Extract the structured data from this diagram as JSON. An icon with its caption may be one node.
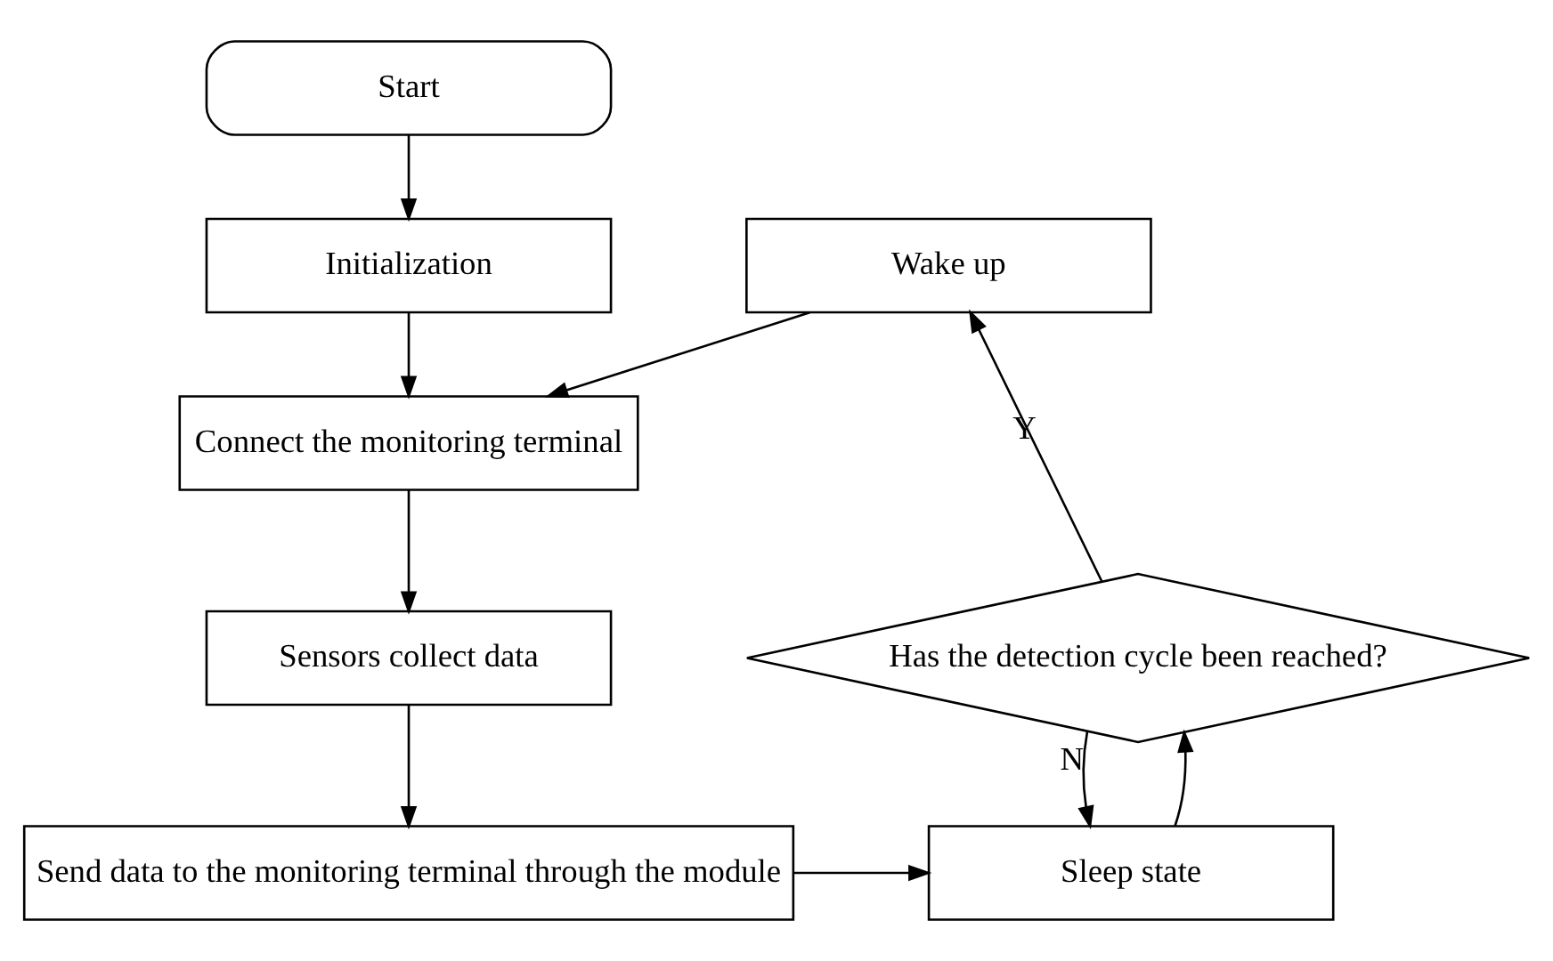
{
  "diagram": {
    "nodes": [
      {
        "text": [
          "Start"
        ]
      },
      {
        "text": [
          "Initialization"
        ]
      },
      {
        "text": [
          "Wake up"
        ]
      },
      {
        "text": [
          "Connect the monitoring terminal"
        ]
      },
      {
        "text": [
          "Has the detection cycle been reached?"
        ]
      },
      {
        "text": [
          "Sensors collect data"
        ]
      },
      {
        "text": [
          "Send data to the monitoring terminal through the module"
        ]
      },
      {
        "text": [
          "Sleep state"
        ]
      }
    ],
    "edges": [
      {
        "from": 0,
        "to": 1,
        "arrow": "to"
      },
      {
        "from": 1,
        "to": 3,
        "arrow": "to"
      },
      {
        "from": 2,
        "to": 3,
        "arrow": "to"
      },
      {
        "from": 3,
        "to": 5,
        "arrow": "to"
      },
      {
        "from": 5,
        "to": 6,
        "arrow": "to"
      },
      {
        "from": 6,
        "to": 7,
        "arrow": "to"
      },
      {
        "from": 7,
        "to": 4,
        "arrow": "to"
      },
      {
        "from": 4,
        "to": 7,
        "label": "N",
        "arrow": "to"
      },
      {
        "from": 4,
        "to": 2,
        "label": "Y",
        "arrow": "to"
      }
    ]
  }
}
